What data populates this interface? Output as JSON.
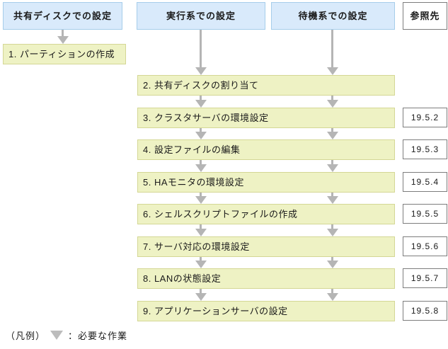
{
  "headers": {
    "shared_disk": "共有ディスクでの設定",
    "active_system": "実行系での設定",
    "standby_system": "待機系での設定",
    "reference": "参照先"
  },
  "steps": [
    {
      "label": "1. パーティションの作成",
      "ref": ""
    },
    {
      "label": "2. 共有ディスクの割り当て",
      "ref": ""
    },
    {
      "label": "3. クラスタサーバの環境設定",
      "ref": "19.5.2"
    },
    {
      "label": "4. 設定ファイルの編集",
      "ref": "19.5.3"
    },
    {
      "label": "5. HAモニタの環境設定",
      "ref": "19.5.4"
    },
    {
      "label": "6. シェルスクリプトファイルの作成",
      "ref": "19.5.5"
    },
    {
      "label": "7. サーバ対応の環境設定",
      "ref": "19.5.6"
    },
    {
      "label": "8. LANの状態設定",
      "ref": "19.5.7"
    },
    {
      "label": "9. アプリケーションサーバの設定",
      "ref": "19.5.8"
    }
  ],
  "legend": {
    "prefix": "（凡例）",
    "arrow_meaning": "：必要な作業"
  },
  "icons": {
    "flow_arrow": "down-arrow",
    "legend_arrow": "down-triangle"
  },
  "colors": {
    "header_fill": "#d9eafb",
    "header_border": "#a6cdea",
    "step_fill": "#eef2c4",
    "step_border": "#d4d795",
    "reference_border": "#7d7d7d",
    "arrow_gray": "#b5b5b5",
    "text": "#1a1a1a"
  }
}
